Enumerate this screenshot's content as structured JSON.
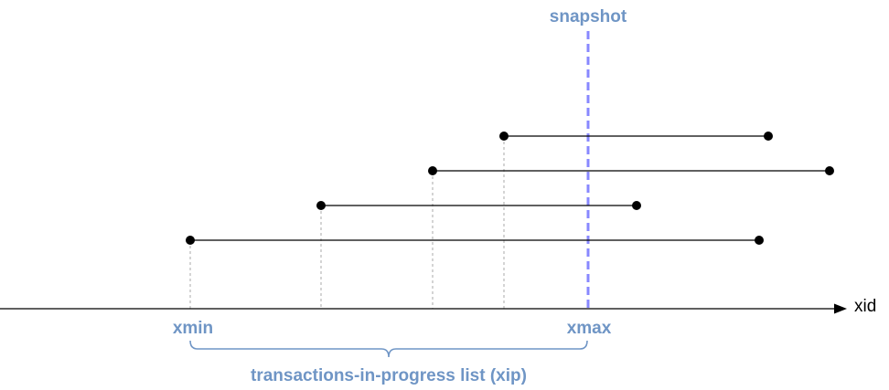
{
  "labels": {
    "snapshot": "snapshot",
    "xmin": "xmin",
    "xmax": "xmax",
    "xip": "transactions-in-progress list (xip)",
    "axis": "xid"
  },
  "colors": {
    "accent_blue": "#6f95c5",
    "snapshot_line": "#8888ff",
    "guide_line": "#aaaaaa",
    "ink": "#000000"
  },
  "transactions": [
    {
      "id": "transaction-1",
      "start": 208,
      "end": 830
    },
    {
      "id": "transaction-2",
      "start": 351,
      "end": 696
    },
    {
      "id": "transaction-3",
      "start": 473,
      "end": 907
    },
    {
      "id": "transaction-4",
      "start": 551,
      "end": 840
    }
  ],
  "snapshot_xid": 643,
  "xmin_xid": 208,
  "xmax_xid": 643
}
